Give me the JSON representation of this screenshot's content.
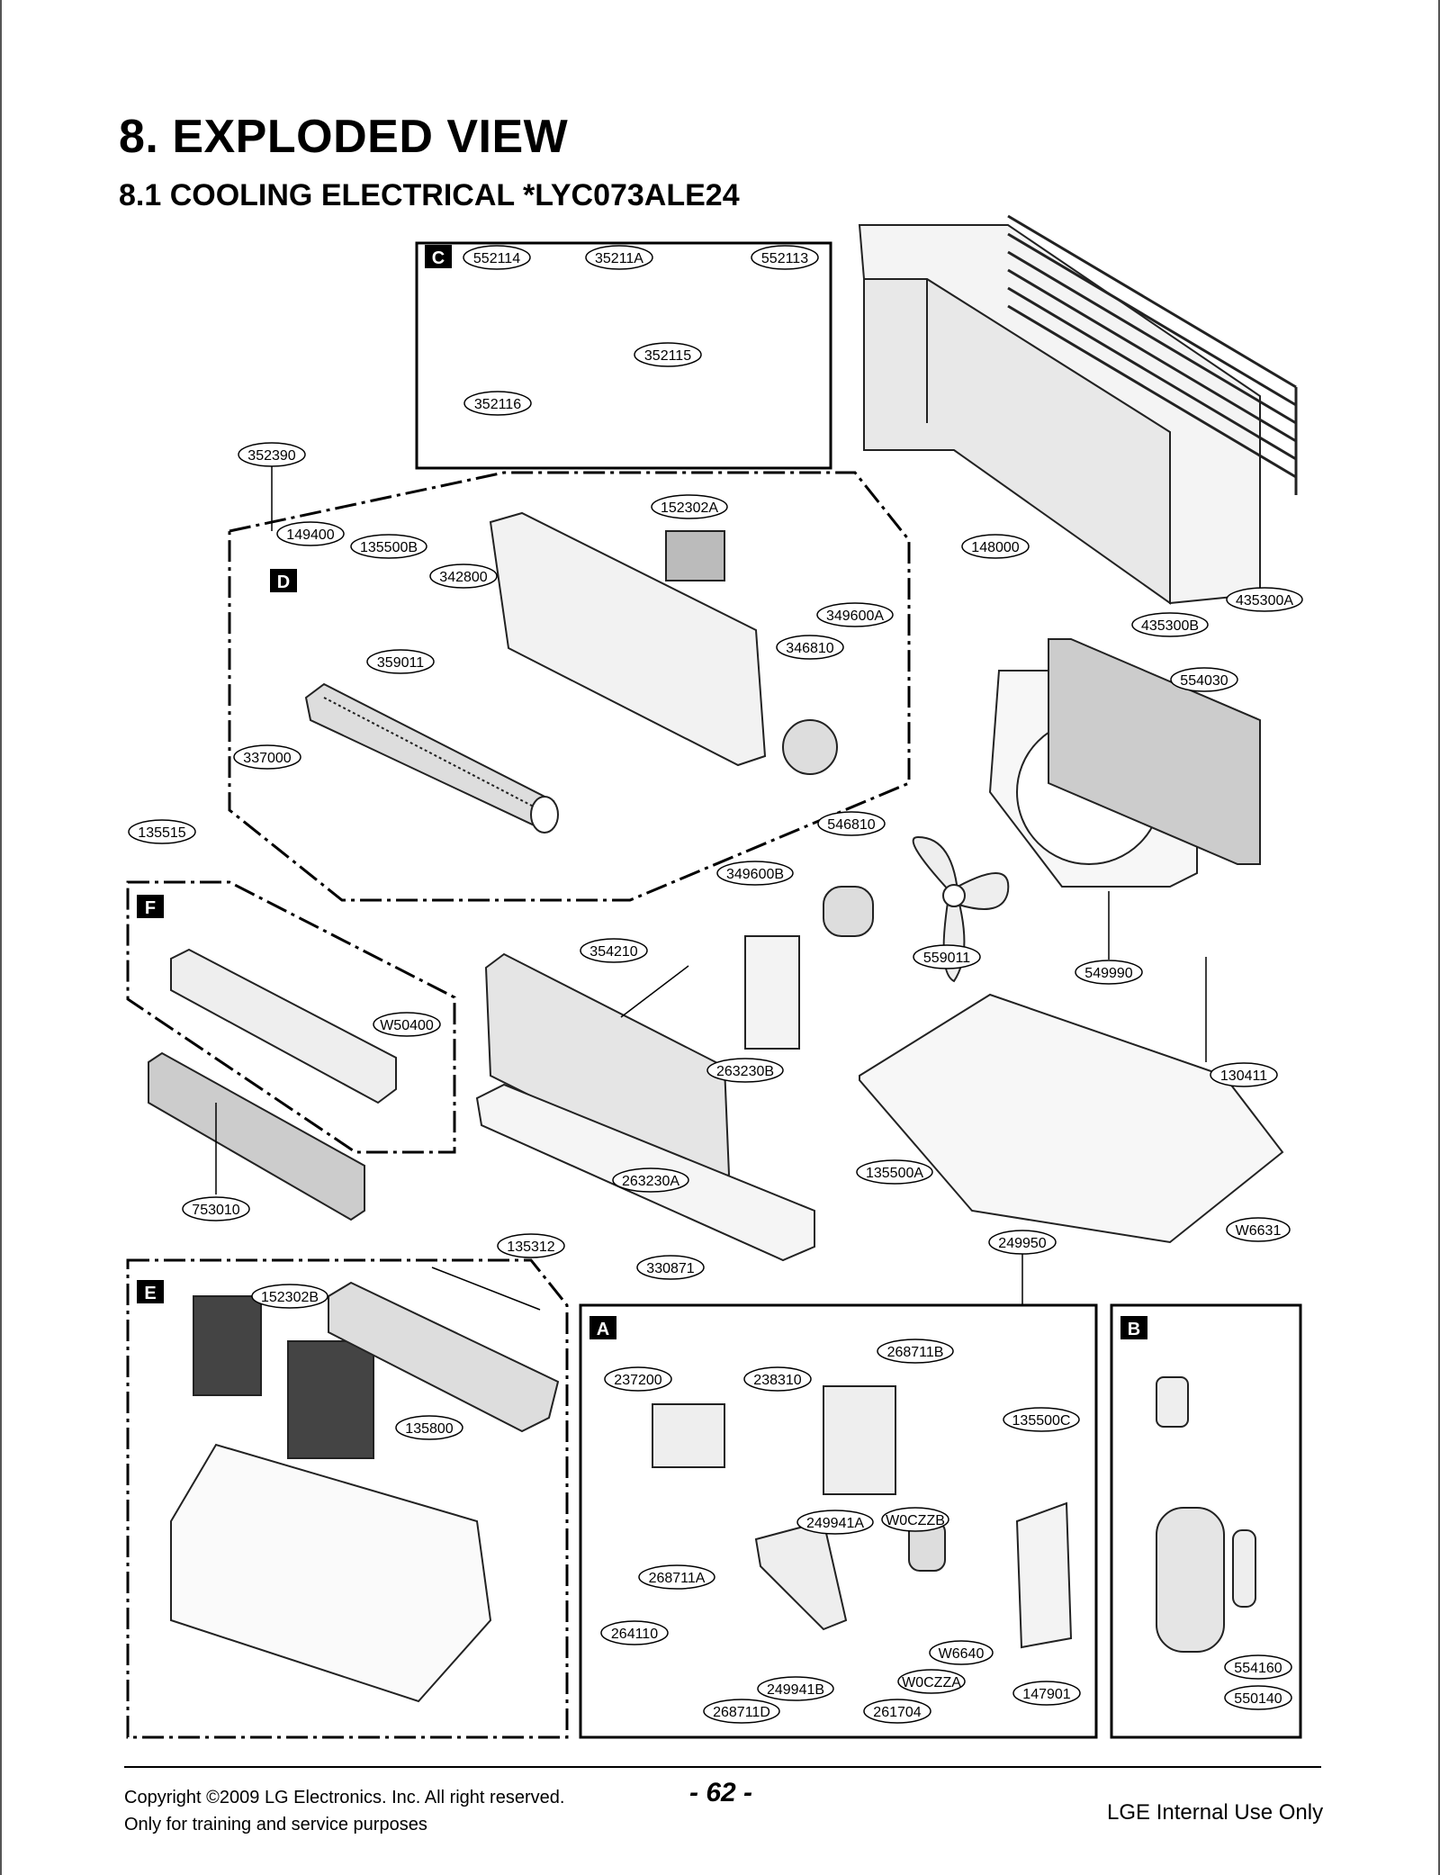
{
  "title": "8. EXPLODED VIEW",
  "subtitle": "8.1 COOLING ELECTRICAL *LYC073ALE24",
  "footer": {
    "copyright": "Copyright ©2009 LG Electronics. Inc. All right reserved.",
    "note": "Only for training and service purposes",
    "page": "- 62 -",
    "internal": "LGE Internal Use Only"
  },
  "section_labels": {
    "a": "A",
    "b": "B",
    "c": "C",
    "d": "D",
    "e": "E",
    "f": "F"
  },
  "parts": [
    "552114",
    "35211A",
    "552113",
    "352115",
    "352116",
    "352390",
    "149400",
    "135500B",
    "342800",
    "152302A",
    "349600A",
    "346810",
    "359011",
    "148000",
    "435300A",
    "435300B",
    "554030",
    "337000",
    "135515",
    "546810",
    "349600B",
    "559011",
    "549990",
    "354210",
    "W50400",
    "263230B",
    "130411",
    "263230A",
    "135500A",
    "753010",
    "W6631",
    "135312",
    "330871",
    "249950",
    "152302B",
    "268711B",
    "237200",
    "238310",
    "135800",
    "135500C",
    "249941A",
    "W0CZZB",
    "268711A",
    "264110",
    "W6640",
    "W0CZZA",
    "249941B",
    "268711D",
    "261704",
    "147901",
    "554160",
    "550140"
  ]
}
